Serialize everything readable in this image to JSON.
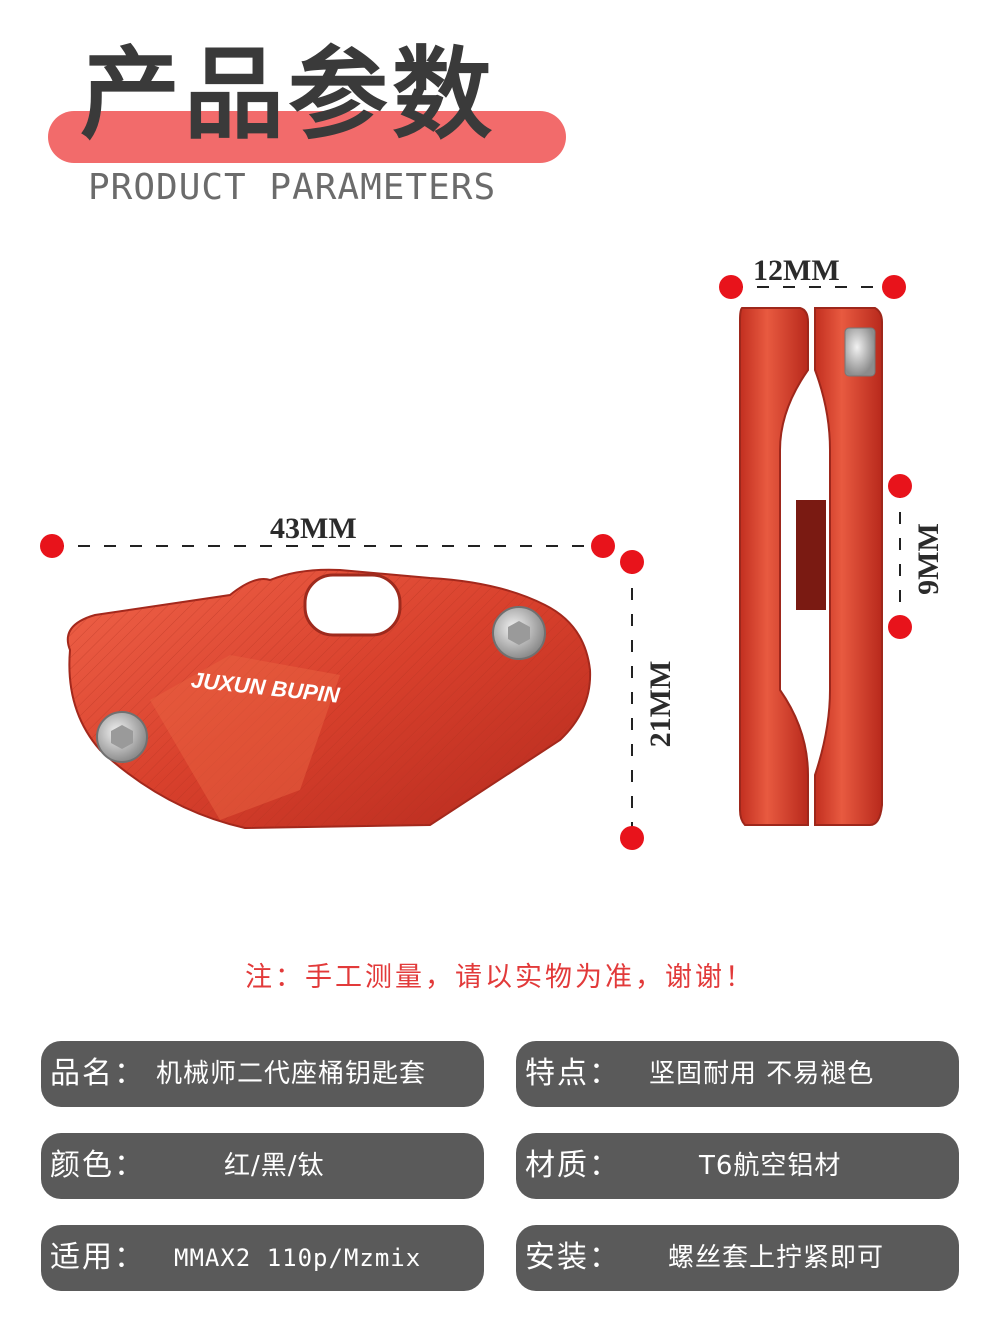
{
  "header": {
    "title": "产品参数",
    "subtitle": "PRODUCT PARAMETERS"
  },
  "product_image": {
    "brand_mark": "JUXUN BUPIN",
    "accent_color": "#d83a2a"
  },
  "dimensions": {
    "width_front": "43MM",
    "height_front": "21MM",
    "width_side": "12MM",
    "slot_side": "9MM"
  },
  "note": "注：手工测量，请以实物为准，谢谢！",
  "specs": [
    {
      "label": "品名：",
      "value": "机械师二代座桶钥匙套"
    },
    {
      "label": "特点：",
      "value": "坚固耐用 不易褪色"
    },
    {
      "label": "颜色：",
      "value": "红/黑/钛"
    },
    {
      "label": "材质：",
      "value": "T6航空铝材"
    },
    {
      "label": "适用：",
      "value": "MMAX2 110p/Mzmix"
    },
    {
      "label": "安装：",
      "value": "螺丝套上拧紧即可"
    }
  ],
  "colors": {
    "band": "#f26b6b",
    "dot": "#e8131b",
    "pill": "#5a5a5a",
    "note": "#e23a3a"
  }
}
